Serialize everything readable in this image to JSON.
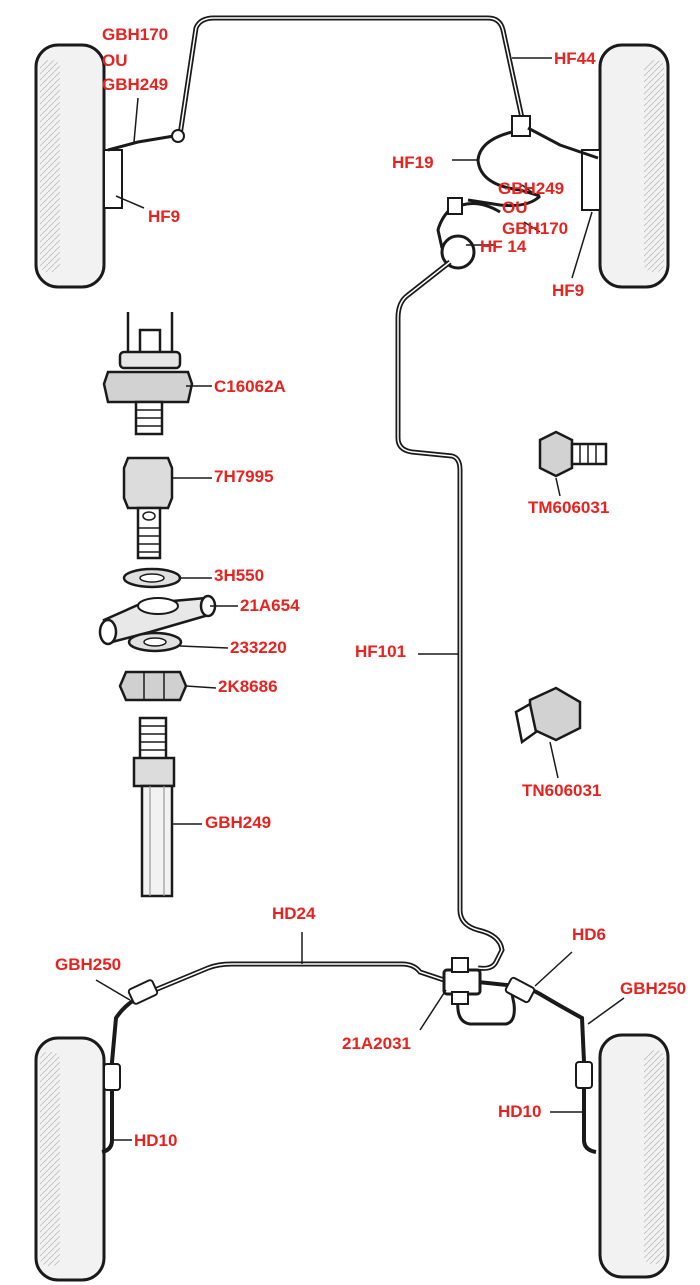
{
  "colors": {
    "label": "#e8221f",
    "line": "#1a1a1a",
    "tyre": "#f2f2f2"
  },
  "labels": {
    "gbh170_top": "GBH170",
    "ou_top": "OU",
    "gbh249_top": "GBH249",
    "hf9_left": "HF9",
    "hf44": "HF44",
    "hf19": "HF19",
    "gbh249_right": "GBH249",
    "ou_right": "OU",
    "gbh170_right": "GBH170",
    "hf14": "HF 14",
    "hf9_right": "HF9",
    "c16062a": "C16062A",
    "h7995": "7H7995",
    "h550": "3H550",
    "a654": "21A654",
    "n233220": "233220",
    "k8686": "2K8686",
    "gbh249_hose": "GBH249",
    "tm606031": "TM606031",
    "hf101": "HF101",
    "tn606031": "TN606031",
    "hd24": "HD24",
    "gbh250_left": "GBH250",
    "hd6": "HD6",
    "gbh250_right": "GBH250",
    "a2031": "21A2031",
    "hd10_right": "HD10",
    "hd10_left": "HD10"
  }
}
